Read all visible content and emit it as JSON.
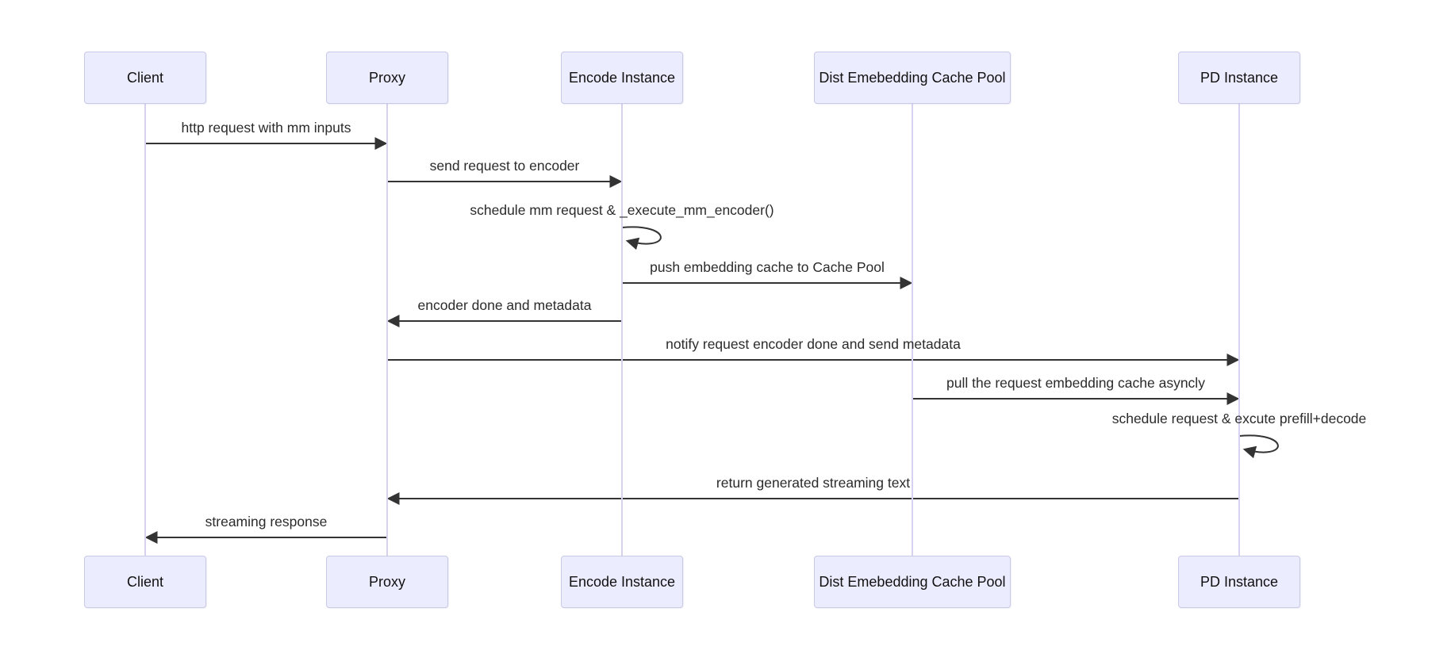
{
  "diagram": {
    "type": "sequence",
    "colors": {
      "background": "#ffffff",
      "actor_fill": "#ECECFF",
      "actor_border": "#C9C9E8",
      "lifeline": "#D9D1F0",
      "arrow": "#333333",
      "message_text": "#2b2b2b",
      "actor_text": "#111111"
    },
    "actors": [
      {
        "label": "Client"
      },
      {
        "label": "Proxy"
      },
      {
        "label": "Encode Instance"
      },
      {
        "label": "Dist Emebedding Cache Pool"
      },
      {
        "label": "PD Instance"
      }
    ],
    "messages": [
      {
        "label": "http request with mm inputs",
        "from": "Client",
        "to": "Proxy",
        "self": false
      },
      {
        "label": "send request to encoder",
        "from": "Proxy",
        "to": "Encode Instance",
        "self": false
      },
      {
        "label": "schedule mm request & _execute_mm_encoder()",
        "from": "Encode Instance",
        "to": "Encode Instance",
        "self": true
      },
      {
        "label": "push embedding cache to Cache Pool",
        "from": "Encode Instance",
        "to": "Dist Emebedding Cache Pool",
        "self": false
      },
      {
        "label": "encoder done and metadata",
        "from": "Encode Instance",
        "to": "Proxy",
        "self": false
      },
      {
        "label": "notify request encoder done and send metadata",
        "from": "Proxy",
        "to": "PD Instance",
        "self": false
      },
      {
        "label": "pull the request embedding cache asyncly",
        "from": "Dist Emebedding Cache Pool",
        "to": "PD Instance",
        "self": false
      },
      {
        "label": "schedule request & excute prefill+decode",
        "from": "PD Instance",
        "to": "PD Instance",
        "self": true
      },
      {
        "label": "return generated streaming text",
        "from": "PD Instance",
        "to": "Proxy",
        "self": false
      },
      {
        "label": "streaming response",
        "from": "Proxy",
        "to": "Client",
        "self": false
      }
    ]
  }
}
